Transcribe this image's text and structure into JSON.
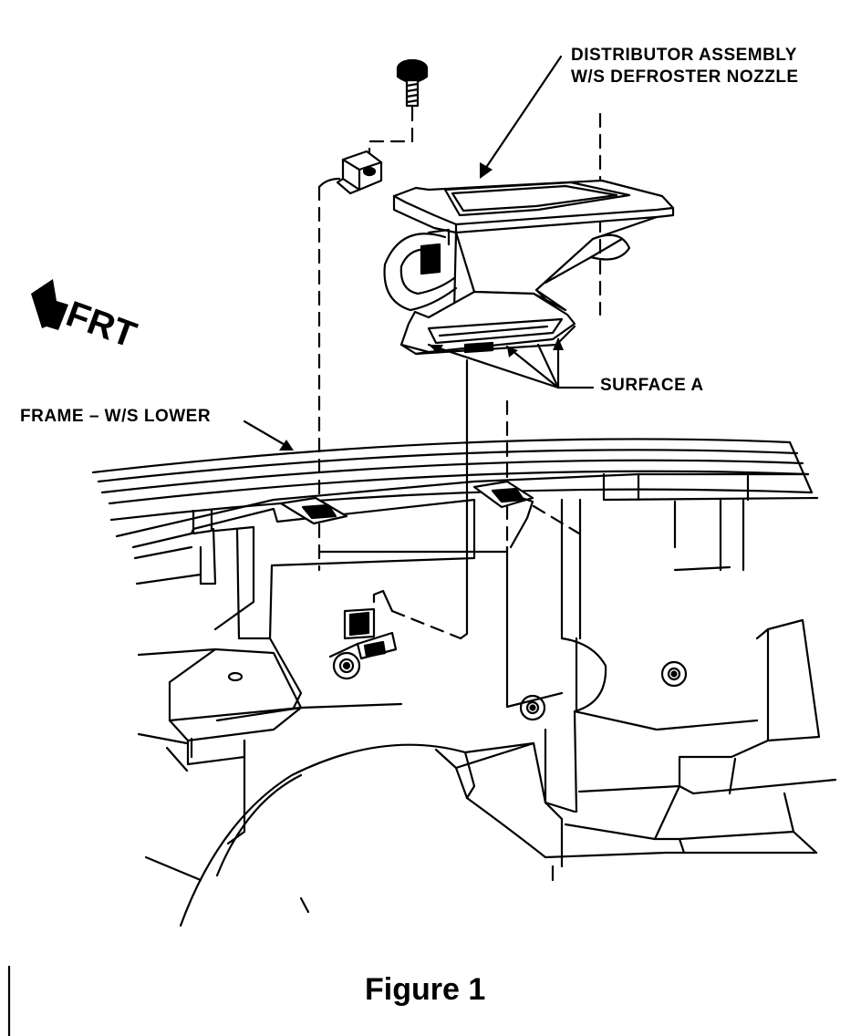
{
  "labels": {
    "distributor_line1": "DISTRIBUTOR ASSEMBLY",
    "distributor_line2": "W/S DEFROSTER NOZZLE",
    "surface": "SURFACE A",
    "frame": "FRAME – W/S LOWER",
    "front": "FRT"
  },
  "caption": "Figure 1"
}
